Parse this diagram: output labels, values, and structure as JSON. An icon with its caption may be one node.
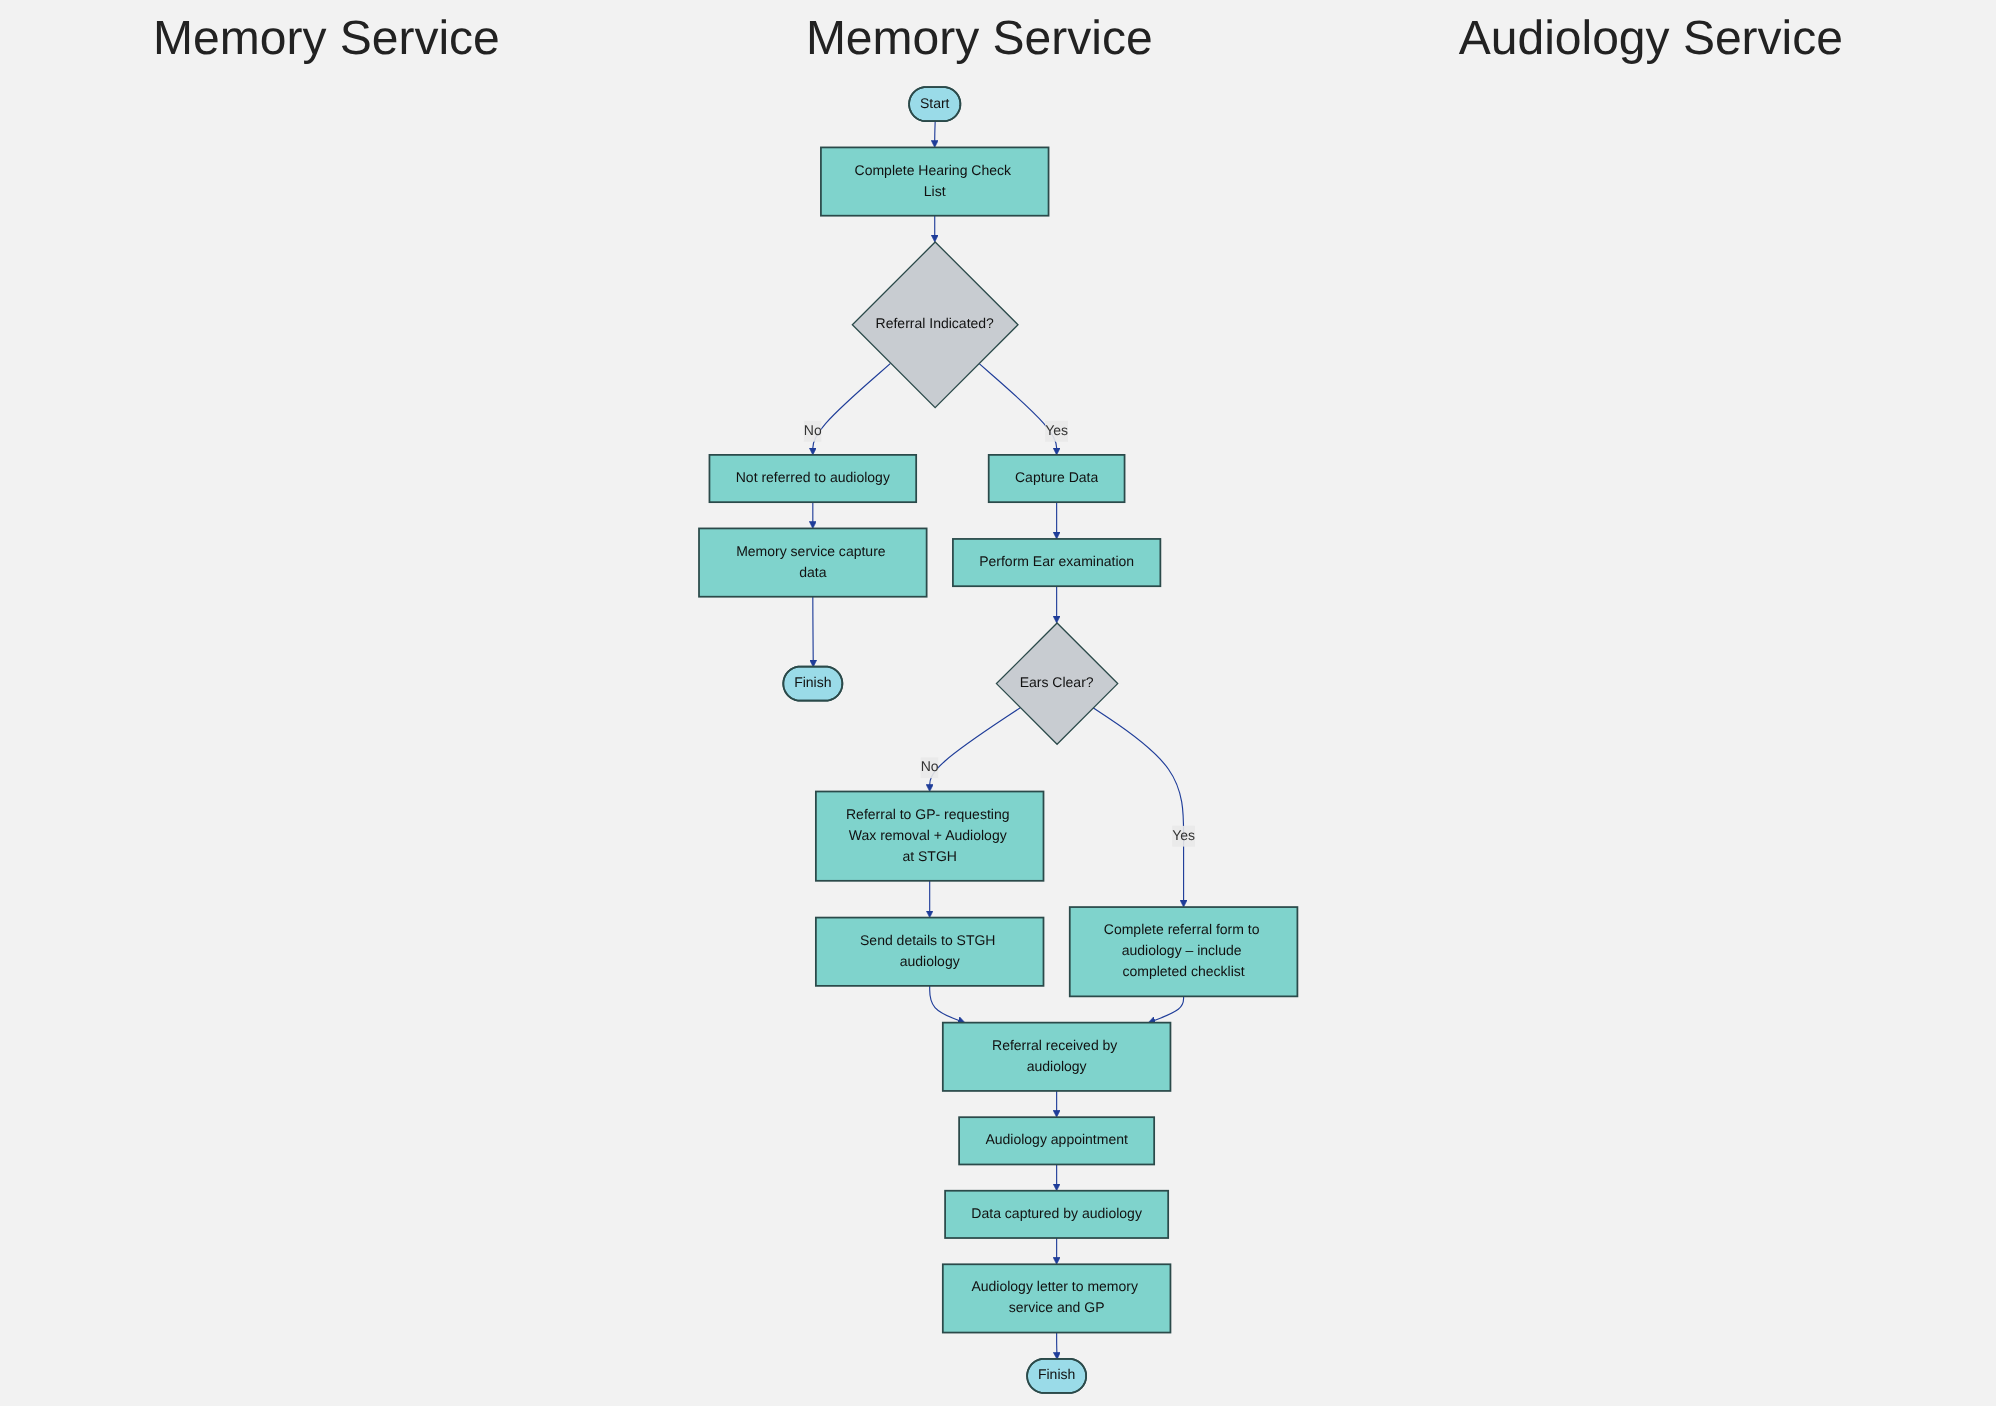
{
  "diagram": {
    "nodes": [
      {
        "text": [
          "Start"
        ]
      },
      {
        "text": [
          "Complete Hearing Check List"
        ]
      },
      {
        "text": [
          "Referral Indicated?"
        ]
      },
      {
        "text": [
          "Not referred to audiology"
        ]
      },
      {
        "text": [
          "Memory service capture data"
        ]
      },
      {
        "text": [
          "Finish"
        ]
      },
      {
        "text": [
          "Capture Data"
        ]
      },
      {
        "text": [
          "Perform Ear examination"
        ]
      },
      {
        "text": [
          "Ears Clear?"
        ]
      },
      {
        "text": [
          "Referral to GP- requesting Wax removal + Audiology at STGH"
        ]
      },
      {
        "text": [
          "Send details to STGH audiology"
        ]
      },
      {
        "text": [
          "Complete referral form to audiology – include completed checklist"
        ]
      },
      {
        "text": [
          "Referral received by audiology"
        ]
      },
      {
        "text": [
          "Audiology appointment"
        ]
      },
      {
        "text": [
          "Data captured by audiology"
        ]
      },
      {
        "text": [
          "Audiology letter to memory service and GP"
        ]
      },
      {
        "text": [
          "Finish"
        ]
      }
    ],
    "edges": [
      {
        "from": 0,
        "to": 1,
        "arrow": "to"
      },
      {
        "from": 1,
        "to": 2,
        "arrow": "to"
      },
      {
        "from": 2,
        "to": 6,
        "arrow": "to",
        "label": "Yes"
      },
      {
        "from": 2,
        "to": 3,
        "arrow": "to",
        "label": "No"
      },
      {
        "from": 3,
        "to": 4,
        "arrow": "to"
      },
      {
        "from": 4,
        "to": 5,
        "arrow": "to"
      },
      {
        "from": 6,
        "to": 7,
        "arrow": "to"
      },
      {
        "from": 7,
        "to": 8,
        "arrow": "to"
      },
      {
        "from": 8,
        "to": 11,
        "arrow": "to",
        "label": "Yes"
      },
      {
        "from": 8,
        "to": 9,
        "arrow": "to",
        "label": "No"
      },
      {
        "from": 9,
        "to": 10,
        "arrow": "to"
      },
      {
        "from": 10,
        "to": 12,
        "arrow": "to"
      },
      {
        "from": 11,
        "to": 12,
        "arrow": "to"
      },
      {
        "from": 12,
        "to": 13,
        "arrow": "to"
      },
      {
        "from": 13,
        "to": 14,
        "arrow": "to"
      },
      {
        "from": 14,
        "to": 15,
        "arrow": "to"
      },
      {
        "from": 15,
        "to": 16,
        "arrow": "to"
      }
    ],
    "labels": [
      "Memory Service",
      "Memory Service",
      "Audiology Service"
    ]
  }
}
